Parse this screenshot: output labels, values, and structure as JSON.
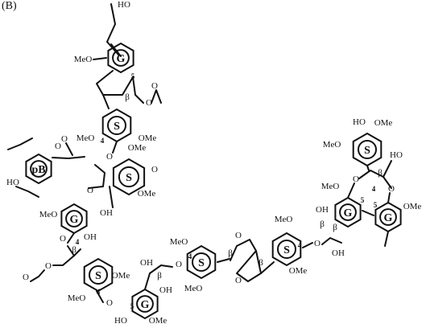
{
  "panel_label": "(B)",
  "atoms": {
    "ho": "HO",
    "oh": "OH",
    "ome": "MeO",
    "ome_r": "OMe",
    "o": "O"
  },
  "units": {
    "g": "G",
    "s": "S",
    "pb": "pB"
  },
  "positions": {
    "four": "4",
    "five": "5"
  },
  "linkage": {
    "beta": "β"
  },
  "colors": {
    "g_unit": "#e8342c",
    "s_unit": "#2e9a2e",
    "pb_unit": "#2c3d9e",
    "bond": "#111111"
  }
}
